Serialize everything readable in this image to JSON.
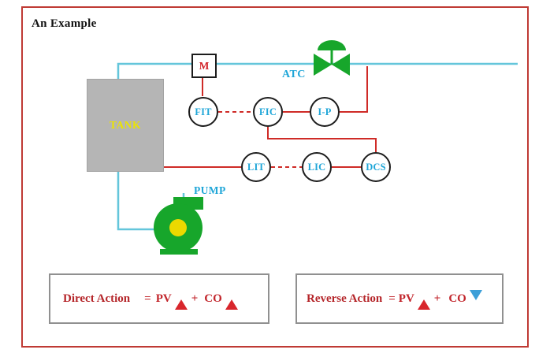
{
  "title": "An Example",
  "colors": {
    "frame_border": "#bf3a34",
    "process_line": "#64c6db",
    "signal_line": "#cf2b27",
    "equipment_green": "#17a62b",
    "impeller_yellow": "#ecd900",
    "tank_fill": "#b5b5b5",
    "tank_text": "#ece400",
    "instrument_tag_text": "#1fa6d8",
    "legend_text": "#c2262c",
    "arrow_up": "#d8262c",
    "arrow_down": "#3c9fd8"
  },
  "equipment": {
    "tank": "TANK",
    "pump": "PUMP",
    "valve": "ATC",
    "meter": "M"
  },
  "instruments": {
    "fit": "FIT",
    "fic": "FIC",
    "ip": "I-P",
    "lit": "LIT",
    "lic": "LIC",
    "dcs": "DCS"
  },
  "legend": {
    "direct": {
      "label": "Direct Action",
      "eq": "=",
      "pv": "PV",
      "plus": "+",
      "co": "CO"
    },
    "reverse": {
      "label": "Reverse Action",
      "eq": "=",
      "pv": "PV",
      "plus": "+",
      "co": "CO"
    }
  },
  "icons": {
    "up_arrow": "arrow-up",
    "down_arrow": "arrow-down"
  }
}
